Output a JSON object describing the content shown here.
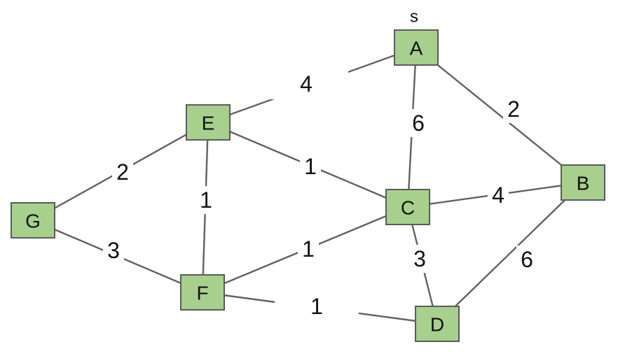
{
  "graph": {
    "source_marker": "s",
    "colors": {
      "node_fill": "#a8d08d",
      "node_border": "#5a5a5a",
      "edge": "#616161",
      "text": "#111111",
      "background": "#ffffff"
    },
    "nodes": [
      {
        "id": "A",
        "label": "A"
      },
      {
        "id": "B",
        "label": "B"
      },
      {
        "id": "C",
        "label": "C"
      },
      {
        "id": "D",
        "label": "D"
      },
      {
        "id": "E",
        "label": "E"
      },
      {
        "id": "F",
        "label": "F"
      },
      {
        "id": "G",
        "label": "G"
      }
    ],
    "edges": [
      {
        "from": "A",
        "to": "E",
        "weight": "4"
      },
      {
        "from": "A",
        "to": "C",
        "weight": "6"
      },
      {
        "from": "A",
        "to": "B",
        "weight": "2"
      },
      {
        "from": "E",
        "to": "G",
        "weight": "2"
      },
      {
        "from": "E",
        "to": "F",
        "weight": "1"
      },
      {
        "from": "E",
        "to": "C",
        "weight": "1"
      },
      {
        "from": "G",
        "to": "F",
        "weight": "3"
      },
      {
        "from": "F",
        "to": "C",
        "weight": "1"
      },
      {
        "from": "F",
        "to": "D",
        "weight": "1"
      },
      {
        "from": "C",
        "to": "B",
        "weight": "4"
      },
      {
        "from": "C",
        "to": "D",
        "weight": "3"
      },
      {
        "from": "B",
        "to": "D",
        "weight": "6"
      }
    ]
  }
}
